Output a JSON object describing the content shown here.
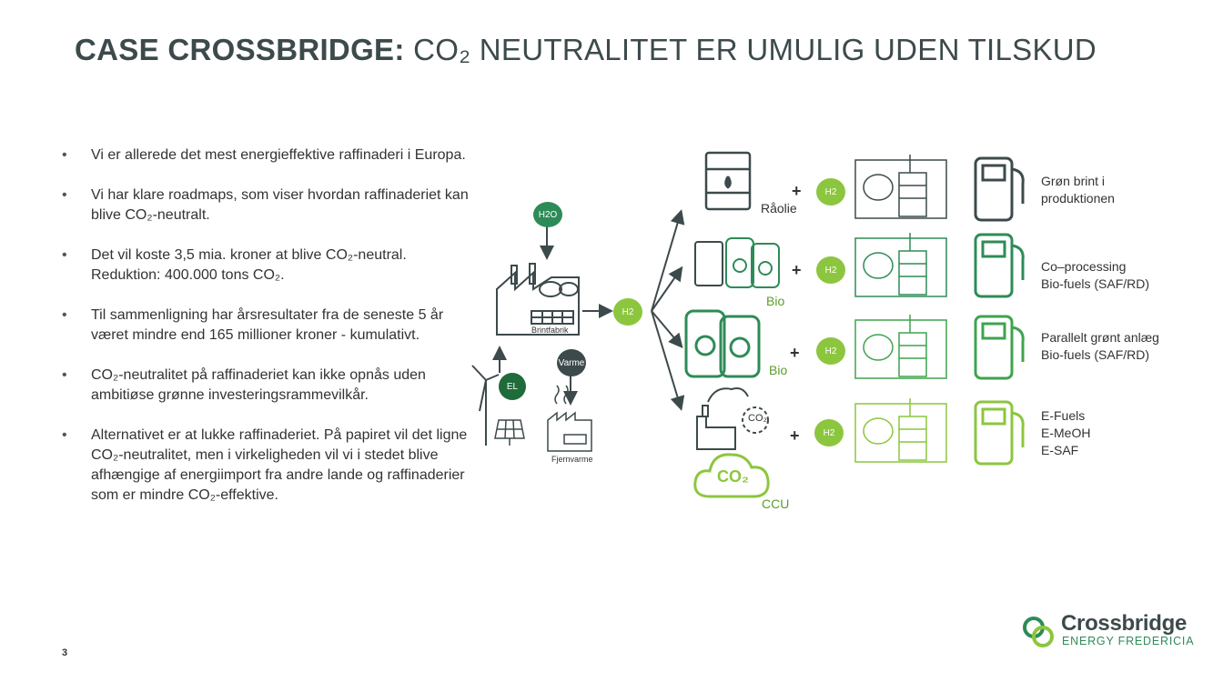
{
  "title": {
    "bold": "CASE CROSSBRIDGE:",
    "rest": "CO₂ NEUTRALITET ER UMULIG UDEN TILSKUD"
  },
  "bullets": [
    "Vi er allerede det mest energieffektive raffinaderi i Europa.",
    "Vi har klare roadmaps, som viser hvordan raffinaderiet kan blive CO₂-neutralt.",
    "Det vil koste 3,5 mia. kroner at blive CO₂-neutral. Reduktion: 400.000 tons CO₂.",
    "Til sammenligning har årsresultater fra de seneste 5 år været mindre end 165 millioner kroner - kumulativt.",
    "CO₂-neutralitet på raffinaderiet kan ikke opnås uden ambitiøse grønne investeringsrammevilkår.",
    "Alternativet er at lukke raffinaderiet. På papiret vil det ligne CO₂-neutralitet, men i virkeligheden vil vi i stedet blive afhængige af energiimport fra andre lande og raffinaderier som er mindre CO₂-effektive."
  ],
  "diagram": {
    "h2o": "H2O",
    "brintfabrik": "Brintfabrik",
    "h2": "H2",
    "el": "EL",
    "varme": "Varme",
    "fjernvarme": "Fjernvarme",
    "plus": "+",
    "inputs": [
      "Råolie",
      "Bio",
      "Bio",
      "CCU"
    ],
    "co2_cloud": "CO₂",
    "co2_factory": "CO₂",
    "products": [
      "Grøn brint i\nproduktionen",
      "Co–processing\nBio-fuels (SAF/RD)",
      "Parallelt grønt anlæg\nBio-fuels (SAF/RD)",
      "E-Fuels\nE-MeOH\nE-SAF"
    ],
    "colors": {
      "row1": "#3d4a4c",
      "row2": "#2e8b57",
      "row3": "#3fa34d",
      "row4": "#8cc63f",
      "h2": "#8cc63f",
      "el": "#1f6b3a",
      "varme": "#3d4a4c"
    }
  },
  "page_number": "3",
  "logo": {
    "name": "Crossbridge",
    "sub": "ENERGY FREDERICIA"
  }
}
